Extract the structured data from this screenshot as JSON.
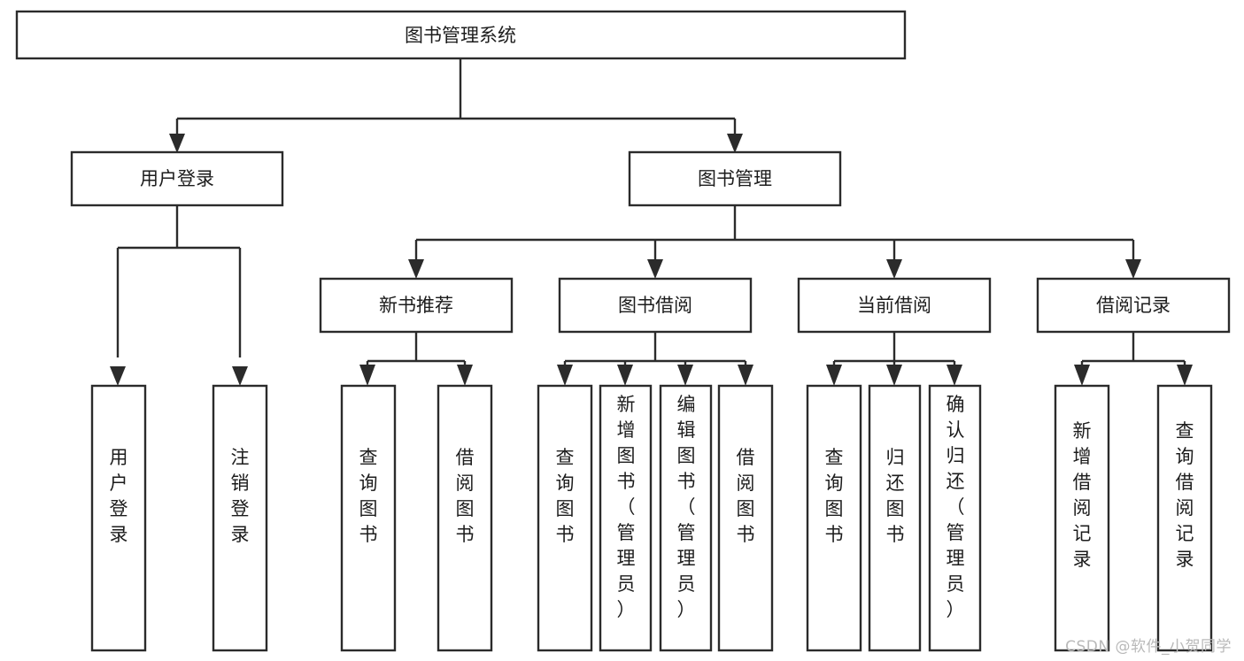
{
  "diagram": {
    "type": "tree-hierarchy-chart",
    "title": "图书管理系统",
    "orientation": "top-down",
    "box_fill": "#ffffff",
    "box_stroke": "#2b2b2b",
    "text_color": "#1c1c1c",
    "levels": [
      {
        "level": 1,
        "nodes": [
          {
            "id": "root",
            "label": "图书管理系统",
            "text_orientation": "horizontal"
          }
        ]
      },
      {
        "level": 2,
        "nodes": [
          {
            "id": "login",
            "label": "用户登录",
            "text_orientation": "horizontal",
            "parent": "root"
          },
          {
            "id": "bookmgmt",
            "label": "图书管理",
            "text_orientation": "horizontal",
            "parent": "root"
          }
        ]
      },
      {
        "level": 3,
        "nodes": [
          {
            "id": "newbook",
            "label": "新书推荐",
            "text_orientation": "horizontal",
            "parent": "bookmgmt"
          },
          {
            "id": "borrow",
            "label": "图书借阅",
            "text_orientation": "horizontal",
            "parent": "bookmgmt"
          },
          {
            "id": "current",
            "label": "当前借阅",
            "text_orientation": "horizontal",
            "parent": "bookmgmt"
          },
          {
            "id": "records",
            "label": "借阅记录",
            "text_orientation": "horizontal",
            "parent": "bookmgmt"
          }
        ]
      },
      {
        "level": 4,
        "nodes": [
          {
            "id": "leaf-1",
            "label": "用户登录",
            "text_orientation": "vertical",
            "parent": "login"
          },
          {
            "id": "leaf-2",
            "label": "注销登录",
            "text_orientation": "vertical",
            "parent": "login"
          },
          {
            "id": "leaf-3",
            "label": "查询图书",
            "text_orientation": "vertical",
            "parent": "newbook"
          },
          {
            "id": "leaf-4",
            "label": "借阅图书",
            "text_orientation": "vertical",
            "parent": "newbook"
          },
          {
            "id": "leaf-5",
            "label": "查询图书",
            "text_orientation": "vertical",
            "parent": "borrow"
          },
          {
            "id": "leaf-6",
            "label": "新增图书（管理员）",
            "text_orientation": "vertical",
            "parent": "borrow"
          },
          {
            "id": "leaf-7",
            "label": "编辑图书（管理员）",
            "text_orientation": "vertical",
            "parent": "borrow"
          },
          {
            "id": "leaf-8",
            "label": "借阅图书",
            "text_orientation": "vertical",
            "parent": "borrow"
          },
          {
            "id": "leaf-9",
            "label": "查询图书",
            "text_orientation": "vertical",
            "parent": "current"
          },
          {
            "id": "leaf-10",
            "label": "归还图书",
            "text_orientation": "vertical",
            "parent": "current"
          },
          {
            "id": "leaf-11",
            "label": "确认归还（管理员）",
            "text_orientation": "vertical",
            "parent": "current"
          },
          {
            "id": "leaf-12",
            "label": "新增借阅记录",
            "text_orientation": "vertical",
            "parent": "records"
          },
          {
            "id": "leaf-13",
            "label": "查询借阅记录",
            "text_orientation": "vertical",
            "parent": "records"
          }
        ]
      }
    ]
  },
  "watermark": {
    "text": "CSDN @软件_小贺同学"
  }
}
